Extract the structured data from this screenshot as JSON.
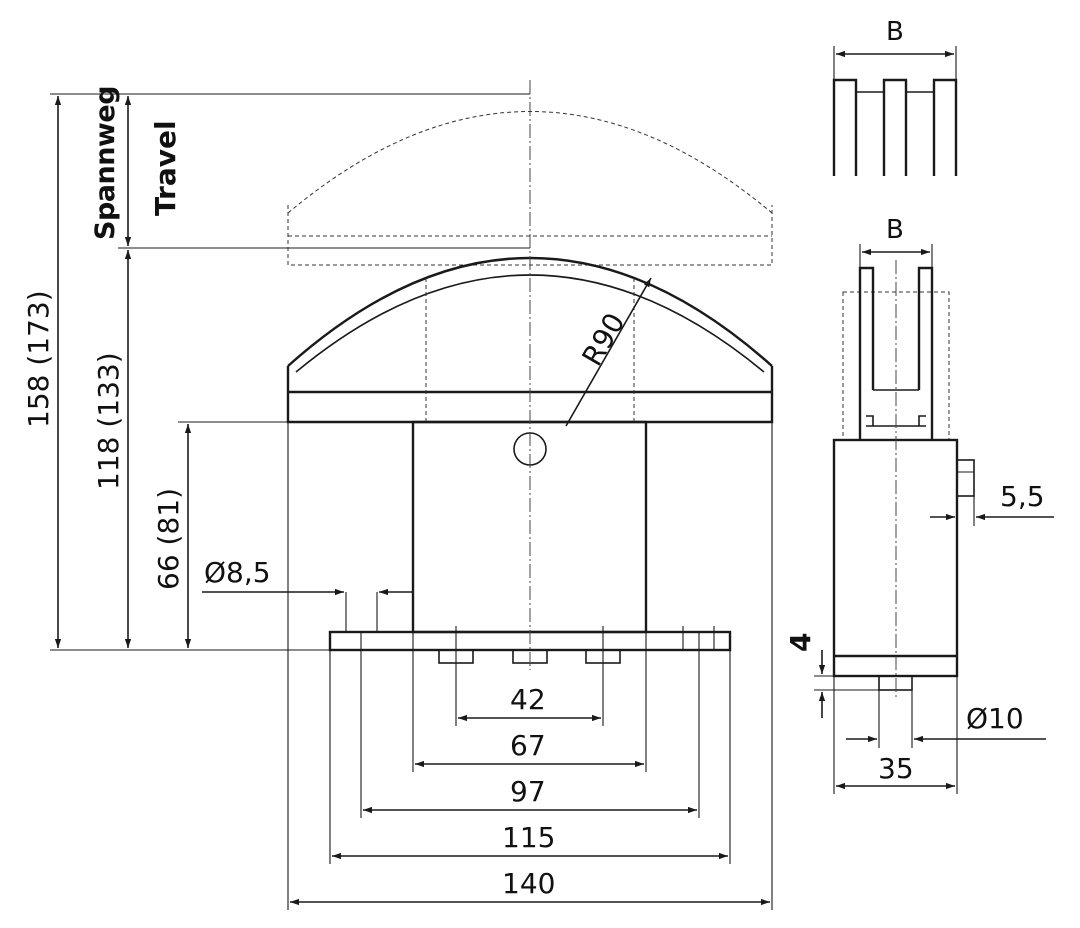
{
  "labels": {
    "spannweg": "Spannweg",
    "travel": "Travel",
    "dim_158": "158 (173)",
    "dim_118": "118 (133)",
    "dim_66": "66 (81)",
    "dim_d85": "Ø8,5",
    "radius": "R90",
    "dim_42": "42",
    "dim_67": "67",
    "dim_97": "97",
    "dim_115": "115",
    "dim_140": "140",
    "b_top": "B",
    "b_side": "B",
    "dim_55": "5,5",
    "dim_4": "4",
    "dim_d10": "Ø10",
    "dim_35": "35"
  }
}
